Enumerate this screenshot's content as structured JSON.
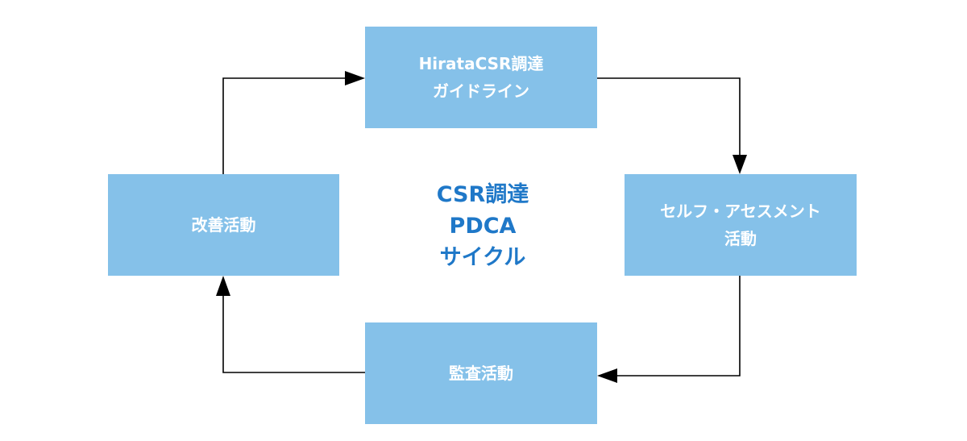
{
  "cycle": {
    "title_lines": [
      "CSR調達",
      "PDCA",
      "サイクル"
    ],
    "steps": {
      "top": [
        "HirataCSR調達",
        "ガイドライン"
      ],
      "right": [
        "セルフ・アセスメント",
        "活動"
      ],
      "bottom": [
        "監査活動"
      ],
      "left": [
        "改善活動"
      ]
    }
  },
  "colors": {
    "box_fill": "#85c1e9",
    "box_text": "#ffffff",
    "title_text": "#1f78c8",
    "arrow": "#000000"
  }
}
